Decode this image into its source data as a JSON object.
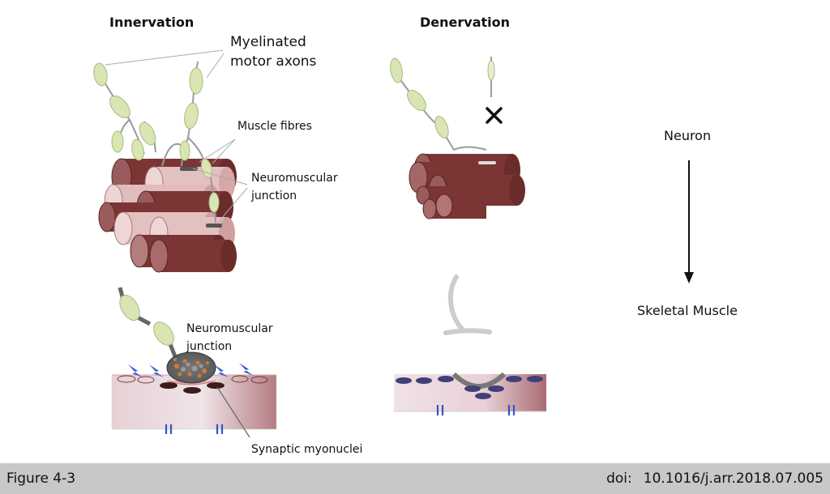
{
  "titles": {
    "innervation": "Innervation",
    "denervation": "Denervation"
  },
  "labels": {
    "myelinated_line1": "Myelinated",
    "myelinated_line2": "motor axons",
    "muscle_fibres": "Muscle fibres",
    "nmj_top_line1": "Neuromuscular",
    "nmj_top_line2": "junction",
    "nmj_bottom_line1": "Neuromuscular",
    "nmj_bottom_line2": "junction",
    "synaptic_myonuclei": "Synaptic myonuclei"
  },
  "axis": {
    "top": "Neuron",
    "bottom": "Skeletal Muscle"
  },
  "footer": {
    "figure": "Figure 4-3",
    "doi_label": "doi:",
    "doi_value": "10.1016/j.arr.2018.07.005"
  },
  "colors": {
    "dark_fibre": "#7a3534",
    "light_fibre": "#e4c1c1",
    "myelin": "#d9e6b4",
    "axon": "#9a9a9a",
    "muscle_strip_left": "#ead9dd",
    "muscle_strip_right": "#b97f85",
    "nucleus_dark": "#3b1b1b",
    "nucleus_blue": "#3f3f7a",
    "channel_blue": "#3355cc",
    "footer_bg": "#c8c8c8"
  },
  "icons": [
    "cross-icon",
    "lightning-icon",
    "arrow-down-icon"
  ]
}
